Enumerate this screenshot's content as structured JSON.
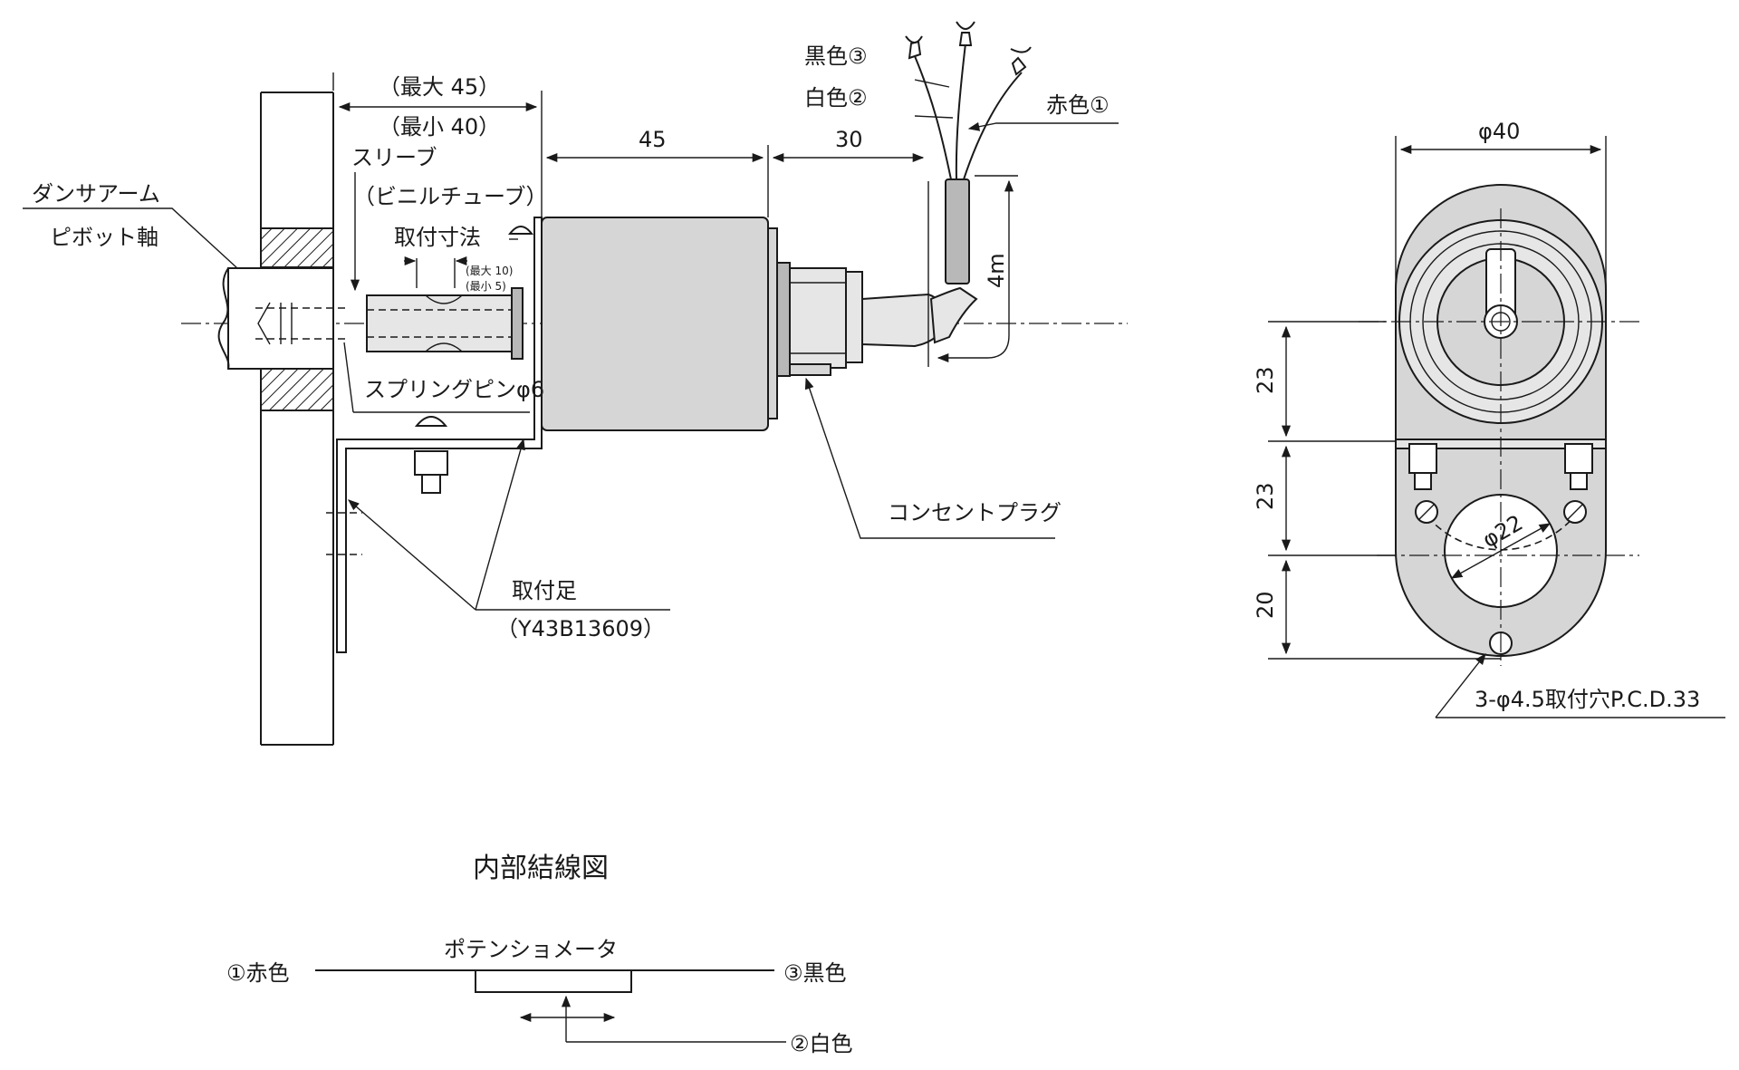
{
  "side_view": {
    "damper_arm": "ダンサアーム",
    "pivot_shaft": "ピボット軸",
    "max_45": "（最大 45）",
    "min_40": "（最小 40）",
    "sleeve": "スリーブ",
    "vinyl_tube": "（ビニルチューブ）",
    "mount_dim": "取付寸法",
    "max_10": "(最大 10)",
    "min_5": "(最小  5)",
    "spring_pin": "スプリングピンφ6",
    "dim_45": "45",
    "dim_30": "30",
    "cable_4m": "4m",
    "black_3": "黒色③",
    "white_2": "白色②",
    "red_1": "赤色①",
    "plug": "コンセントプラグ",
    "foot": "取付足",
    "foot_part": "（Y43B13609）"
  },
  "front_view": {
    "dia_40": "φ40",
    "dim_23a": "23",
    "dim_23b": "23",
    "dim_20": "20",
    "dia_22": "φ22",
    "holes": "3-φ4.5取付穴P.C.D.33"
  },
  "wiring": {
    "title": "内部結線図",
    "pot": "ポテンショメータ",
    "red": "①赤色",
    "black": "③黒色",
    "white": "②白色"
  }
}
